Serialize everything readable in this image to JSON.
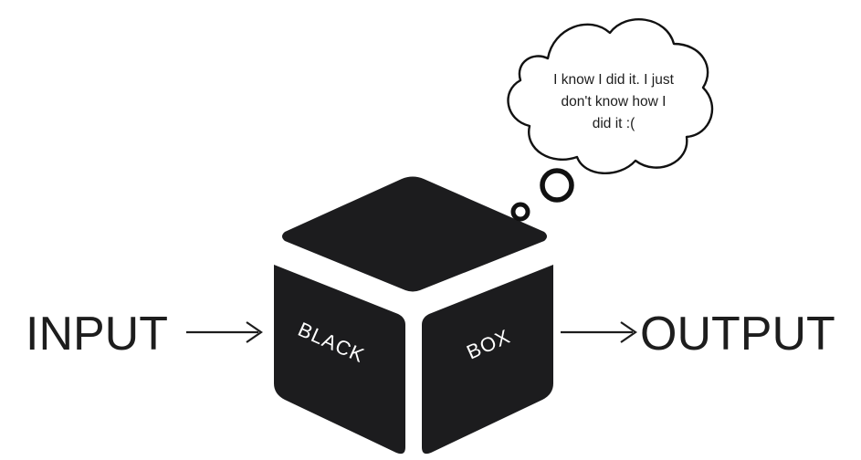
{
  "diagram": {
    "input_label": "INPUT",
    "output_label": "OUTPUT",
    "box_left_label": "BLACK",
    "box_right_label": "BOX",
    "thought_lines": [
      "I know I did it. I just",
      "don't know how I",
      "did it :("
    ]
  },
  "colors": {
    "box": "#1c1c1e",
    "ink": "#1d1d1d",
    "background": "#ffffff"
  }
}
